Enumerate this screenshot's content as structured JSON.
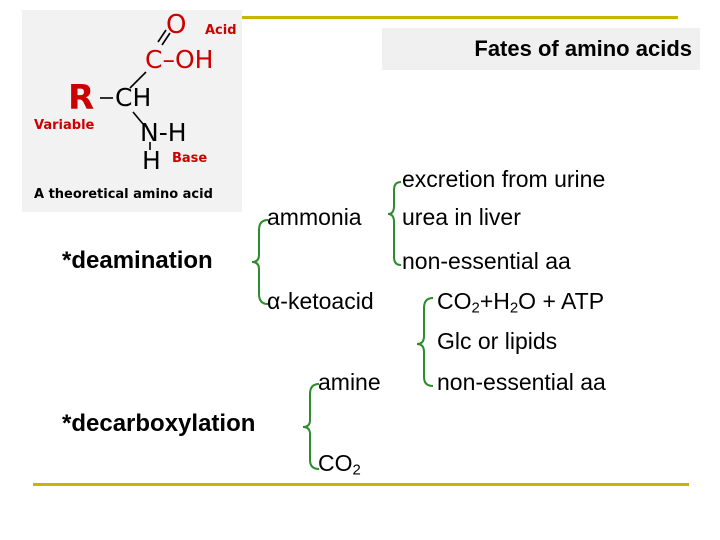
{
  "title": "Fates of amino acids",
  "molecule": {
    "oxygen": "O",
    "acid_label": "Acid",
    "carboxyl": "C–OH",
    "r_group": "R",
    "alpha_carbon": "CH",
    "variable_label": "Variable",
    "amino_nh": "N-H",
    "amino_h": "H",
    "base_label": "Base",
    "caption": "A theoretical amino acid"
  },
  "deamination": {
    "label": "*deamination",
    "ammonia": "ammonia",
    "ammonia_fates": [
      "excretion from urine",
      "urea in liver",
      "non-essential aa"
    ],
    "ketoacid": "α-ketoacid",
    "ketoacid_fates": [
      "CO",
      "+H",
      "O + ATP",
      "Glc or lipids",
      "non-essential aa"
    ]
  },
  "decarboxylation": {
    "label": "*decarboxylation",
    "amine": "amine",
    "co2": "CO"
  },
  "subscript_two": "2",
  "colors": {
    "accent_rule": "#c9b400",
    "bracket": "#2e8b2e",
    "molecule_red": "#cc0000"
  }
}
